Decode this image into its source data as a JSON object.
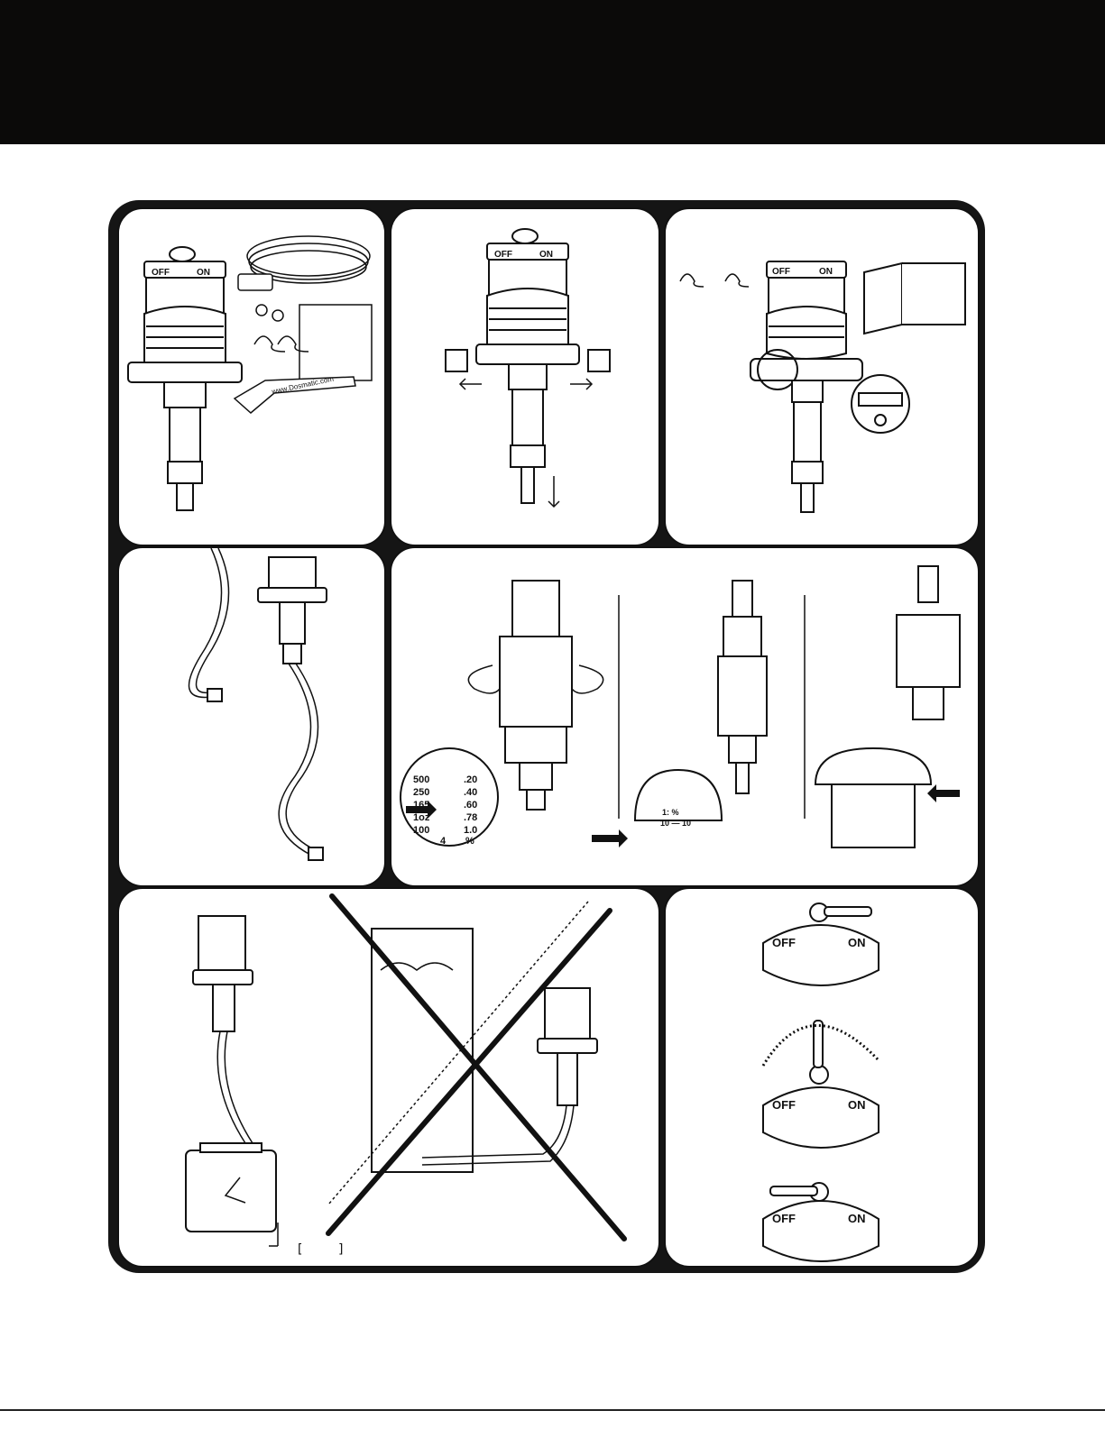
{
  "header": {
    "background": "#0b0a09"
  },
  "valve_labels": {
    "off": "OFF",
    "on": "ON"
  },
  "wrench_text": "www.Dosmatic.com",
  "ratio_scale": {
    "left": [
      "500",
      "250",
      "165",
      "1oz",
      "100"
    ],
    "right": [
      ".20",
      ".40",
      ".60",
      ".78",
      "1.0"
    ],
    "bottom_left": "4",
    "bottom_right": "%"
  },
  "cap_scale": {
    "top": "1:  %",
    "row": "10 — 10"
  },
  "bracket_note": {
    "open": "[",
    "close": "]"
  }
}
